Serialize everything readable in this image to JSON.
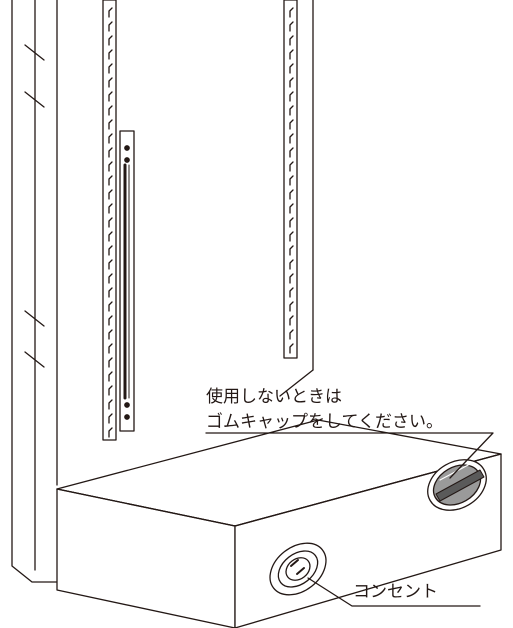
{
  "callouts": {
    "rubber_cap_line1": "使用しないときは",
    "rubber_cap_line2": "ゴムキャップをしてください。",
    "outlet_label": "コンセント"
  },
  "colors": {
    "line": "#231815",
    "background": "#ffffff",
    "cap_fill": "#9a9a9a",
    "cap_stripe": "#5a5a5a"
  },
  "icons": [
    "cabinet-left-panel",
    "shelf-rail",
    "wall-bracket",
    "base-box",
    "rubber-capped-outlet",
    "power-outlet"
  ]
}
